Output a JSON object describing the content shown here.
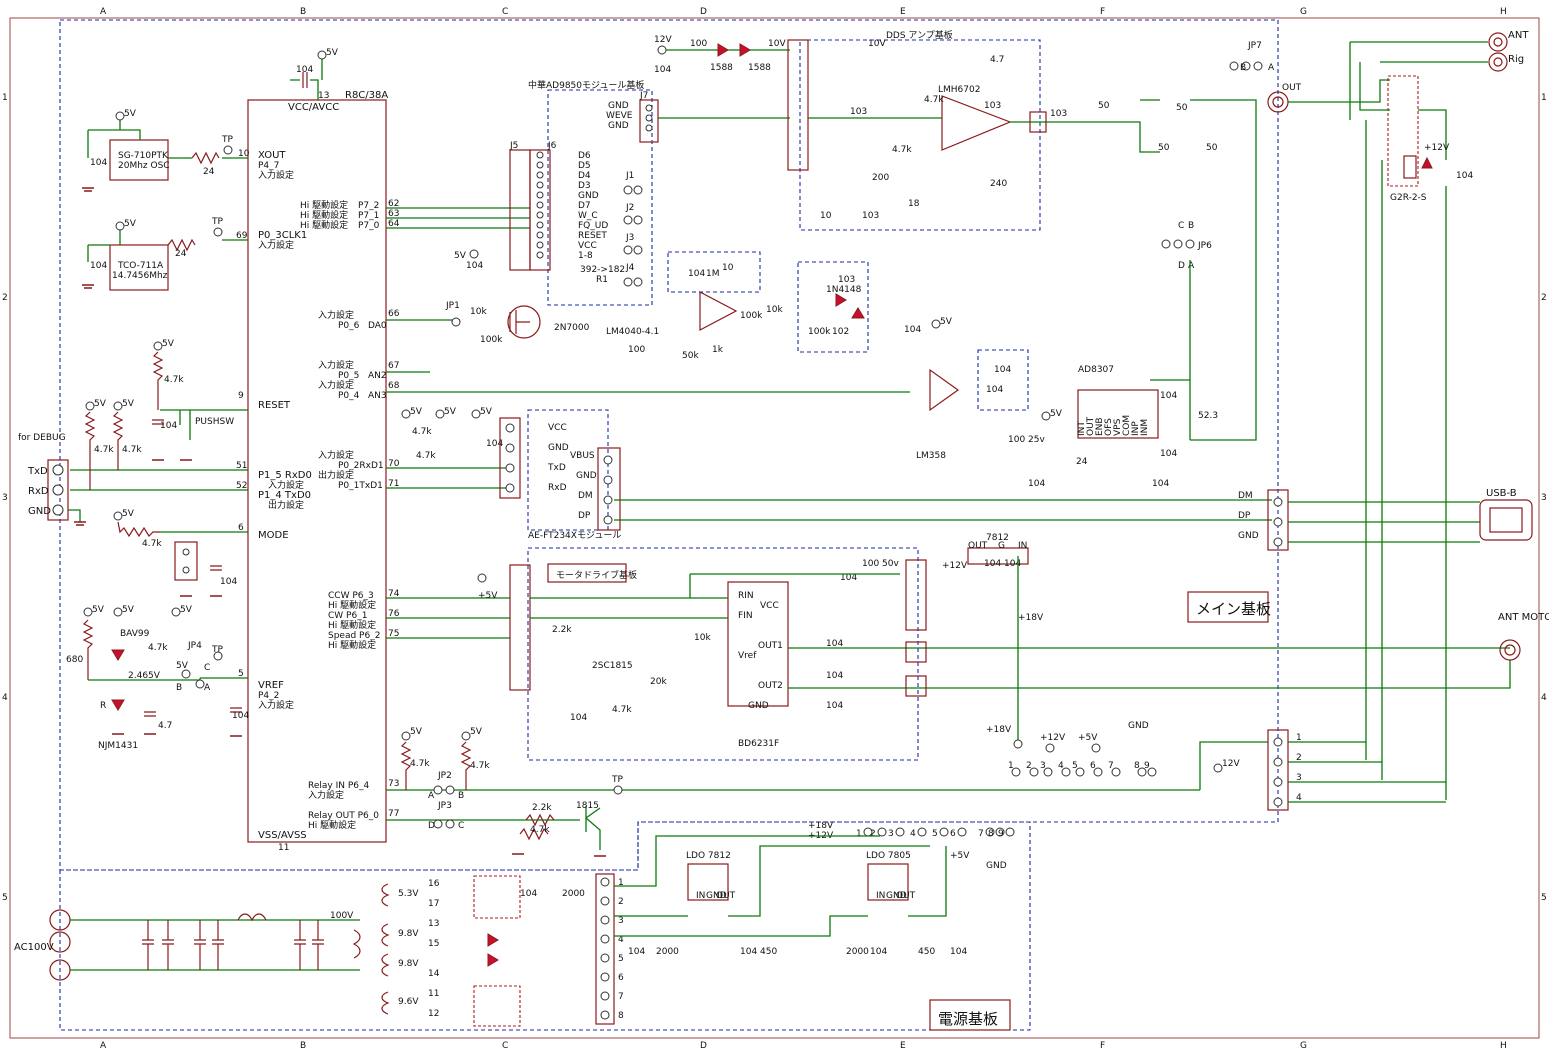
{
  "grid": {
    "columns": [
      "A",
      "B",
      "C",
      "D",
      "E",
      "F",
      "G",
      "H"
    ],
    "rows": [
      "1",
      "2",
      "3",
      "4",
      "5"
    ]
  },
  "main_board": {
    "label": "メイン基板",
    "mcu": {
      "name": "R8C/38A",
      "vcc": "VCC/AVCC",
      "vss": "VSS/AVSS",
      "pin_vcc": "13",
      "pin_vss": "11",
      "pins": [
        {
          "num": "10",
          "label": "XOUT",
          "sub": "P4_7",
          "note": "入力設定"
        },
        {
          "num": "69",
          "label": "P0_3CLK1",
          "sub": "入力設定",
          "note": ""
        },
        {
          "num": "62",
          "label": "P7_2",
          "sub": "Hi 駆動設定",
          "note": ""
        },
        {
          "num": "63",
          "label": "P7_1",
          "sub": "Hi 駆動設定",
          "note": ""
        },
        {
          "num": "64",
          "label": "P7_0",
          "sub": "Hi 駆動設定",
          "note": ""
        },
        {
          "num": "66",
          "label": "P0_6",
          "sub": "DA0",
          "note": "入力設定"
        },
        {
          "num": "67",
          "label": "P0_5",
          "sub": "AN2",
          "note": "入力設定"
        },
        {
          "num": "68",
          "label": "P0_4",
          "sub": "AN3",
          "note": "入力設定"
        },
        {
          "num": "9",
          "label": "RESET",
          "sub": "",
          "note": ""
        },
        {
          "num": "70",
          "label": "P0_2RxD1",
          "sub": "入力設定",
          "note": ""
        },
        {
          "num": "71",
          "label": "P0_1TxD1",
          "sub": "出力設定",
          "note": ""
        },
        {
          "num": "51",
          "label": "P1_5 RxD0",
          "sub": "入力設定",
          "note": ""
        },
        {
          "num": "52",
          "label": "P1_4 TxD0",
          "sub": "出力設定",
          "note": ""
        },
        {
          "num": "6",
          "label": "MODE",
          "sub": "",
          "note": ""
        },
        {
          "num": "74",
          "label": "CCW P6_3",
          "sub": "Hi 駆動設定",
          "note": ""
        },
        {
          "num": "76",
          "label": "CW P6_1",
          "sub": "Hi 駆動設定",
          "note": ""
        },
        {
          "num": "75",
          "label": "Spead P6_2",
          "sub": "Hi 駆動設定",
          "note": ""
        },
        {
          "num": "5",
          "label": "VREF",
          "sub": "P4_2",
          "note": "入力設定"
        },
        {
          "num": "73",
          "label": "Relay IN P6_4",
          "sub": "入力設定",
          "note": ""
        },
        {
          "num": "77",
          "label": "Relay OUT P6_0",
          "sub": "Hi 駆動設定",
          "note": ""
        }
      ]
    },
    "oscillators": [
      {
        "name": "SG-710PTK",
        "freq": "20Mhz OSC",
        "r": "24",
        "c": "104"
      },
      {
        "name": "TCO-711A",
        "freq": "14.7456Mhz",
        "r": "24",
        "c": "104"
      }
    ],
    "debug": {
      "label": "for DEBUG",
      "pins": [
        "TxD",
        "RxD",
        "GND"
      ]
    },
    "ft234": {
      "name": "AE-FT234Xモジュール",
      "pins": [
        "VCC",
        "GND",
        "TxD",
        "RxD"
      ],
      "usb": [
        "VBUS",
        "GND",
        "DM",
        "DP"
      ]
    },
    "usb": {
      "label": "USB-B",
      "pins": [
        "DM",
        "DP",
        "GND"
      ]
    },
    "dds_header": {
      "title": "中華AD9850モジュール基板",
      "j5": "J5",
      "j6": "J6",
      "signals": [
        "D6",
        "D5",
        "D4",
        "D3",
        "GND",
        "D7",
        "W_C",
        "FQ_UD",
        "RESET",
        "VCC",
        "1-8"
      ],
      "r1": "R1",
      "r1_value": "392->182",
      "jumpers": [
        "J1",
        "J2",
        "J3",
        "J4"
      ],
      "j7": "J7",
      "j7_pins": [
        "GND",
        "WEVE",
        "GND"
      ]
    },
    "dds_amp": {
      "title": "DDS アンプ基板",
      "opamp": "LMH6702",
      "parts": [
        "10V",
        "4.7",
        "103",
        "4.7k",
        "4.7k",
        "103",
        "200",
        "18",
        "240",
        "10",
        "103"
      ]
    },
    "supply_top": {
      "v12": "12V",
      "v10": "10V",
      "diodes": [
        "1588",
        "1588"
      ],
      "c": [
        "100",
        "104"
      ]
    },
    "output": {
      "label": "OUT",
      "r": [
        "50",
        "50",
        "50",
        "50"
      ],
      "c": "103",
      "jp7": "JP7",
      "jp6": "JP6",
      "jp6_pins": [
        "C",
        "B",
        "D",
        "A"
      ]
    },
    "relay": {
      "name": "G2R-2-S",
      "v": "+12V",
      "c": "104",
      "ant": "ANT",
      "rig": "Rig"
    },
    "ref_circuit": {
      "q": "2N7000",
      "ref": "LM4040-4.1",
      "jp1": "JP1",
      "r": [
        "10k",
        "100k",
        "100",
        "50k",
        "1k",
        "10k",
        "100k",
        "1M",
        "10"
      ],
      "c": [
        "104",
        "103",
        "102"
      ],
      "diode": "1N4148"
    },
    "detector": {
      "ic": "AD8307",
      "amp": "LM358",
      "pins": [
        "INT",
        "OUT",
        "ENB",
        "OFS",
        "VPS",
        "COM",
        "INP",
        "INM"
      ],
      "r": [
        "24",
        "52.3"
      ],
      "c": [
        "104",
        "104",
        "104",
        "104",
        "100 25v",
        "104"
      ]
    },
    "motor": {
      "title": "モータドライブ基板",
      "ic": "BD6231F",
      "ic_pins": [
        "RIN",
        "FIN",
        "VCC",
        "Vref",
        "OUT1",
        "OUT2",
        "GND"
      ],
      "transistor": "2SC1815",
      "r": [
        "2.2k",
        "4.7k",
        "10k",
        "20k"
      ],
      "c": [
        "104",
        "104",
        "104",
        "104",
        "100 50v"
      ],
      "reg": "7812",
      "reg_pins": [
        "OUT",
        "G",
        "IN"
      ],
      "v": [
        "+12V",
        "+18V",
        "+5V"
      ],
      "ant_motor": "ANT MOTOR"
    },
    "vref_circuit": {
      "diode": "BAV99",
      "shunt": "NJM1431",
      "jp4": "JP4",
      "r": [
        "680",
        "4.7k"
      ],
      "v": "2.465V",
      "c": [
        "4.7",
        "104"
      ],
      "labels": [
        "R",
        "A",
        "C",
        "B",
        "5V"
      ]
    },
    "relay_drive": {
      "jp2": "JP2",
      "jp3": "JP3",
      "r": [
        "4.7k",
        "4.7k",
        "2.2k",
        "4.7k"
      ],
      "transistor": "1815",
      "tp": "TP"
    },
    "misc": {
      "pushsw": "PUSHSW",
      "v5": "5V",
      "plus5": "+5V",
      "tp": "TP",
      "gnd": "GND"
    },
    "connector_right": {
      "pins": [
        "1",
        "2",
        "3",
        "4"
      ],
      "v": "12V"
    },
    "bottom_terms": {
      "labels": [
        "+18V",
        "+12V",
        "+5V",
        "GND"
      ]
    }
  },
  "power_board": {
    "label": "電源基板",
    "ac": "AC100V",
    "v100": "100V",
    "taps": [
      "5.3V",
      "9.8V",
      "9.8V",
      "9.6V"
    ],
    "tap_pins": [
      "16",
      "17",
      "13",
      "15",
      "14",
      "11",
      "12"
    ],
    "caps": [
      "104",
      "2000",
      "104",
      "2000",
      "104",
      "450",
      "2000",
      "104",
      "450",
      "104"
    ],
    "ldo1": "LDO 7812",
    "ldo2": "LDO 7805",
    "ldo_pins": [
      "IN",
      "GND",
      "OUT"
    ],
    "rails": [
      "+18V",
      "+12V",
      "+5V",
      "GND"
    ],
    "rail_pins": [
      "1",
      "2",
      "3",
      "4",
      "5",
      "6",
      "7",
      "8",
      "9"
    ]
  }
}
